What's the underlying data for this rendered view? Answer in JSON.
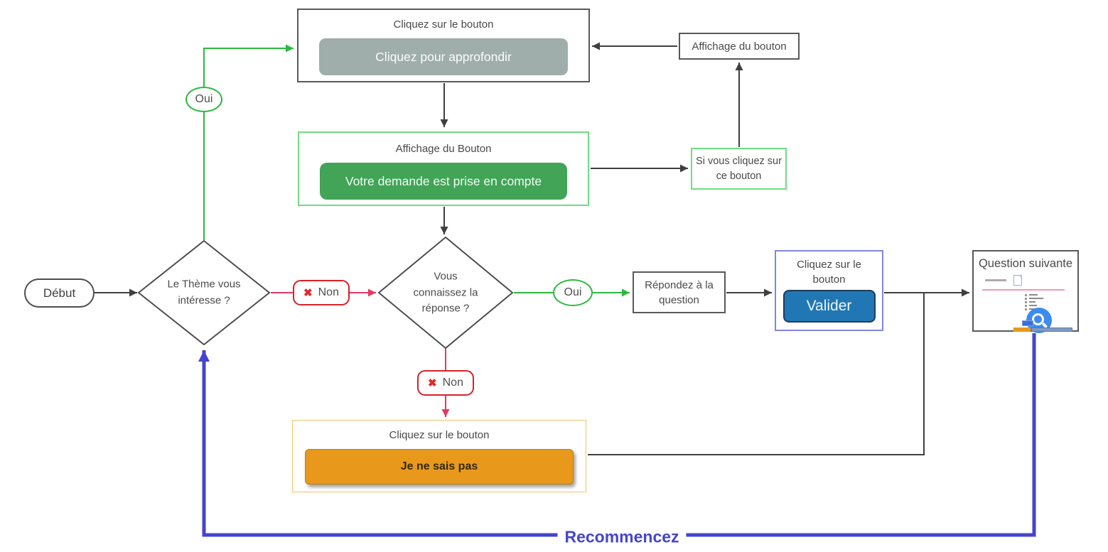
{
  "colors": {
    "connector_black": "#3f3f3f",
    "connector_green": "#2db83d",
    "connector_pink": "#e23a64",
    "connector_blue": "#4444cc",
    "box_border_gray": "#595959",
    "box_border_green": "#70dc82",
    "box_border_blue": "#8286de",
    "box_border_orange": "#f3c468",
    "badge_border_red": "#d6222a",
    "button_gray": "#9fadab",
    "button_green": "#41a457",
    "button_blue": "#2177b3",
    "button_orange": "#e8991c"
  },
  "icons": {
    "x_mark": "✖"
  },
  "nodes": {
    "start": {
      "label": "Début"
    },
    "decision_theme": {
      "label": "Le Thème vous intéresse ?"
    },
    "decision_reponse": {
      "label": "Vous connaissez la réponse ?"
    },
    "oui_top": {
      "label": "Oui"
    },
    "oui_right": {
      "label": "Oui"
    },
    "non_right": {
      "label": "Non"
    },
    "non_down": {
      "label": "Non"
    },
    "approfondir_box": {
      "title": "Cliquez sur le bouton",
      "button_label": "Cliquez pour approfondir"
    },
    "affichage_small_box": {
      "label": "Affichage du bouton"
    },
    "demande_box": {
      "title": "Affichage du Bouton",
      "button_label": "Votre demande est prise en compte"
    },
    "si_cliquez_box": {
      "label": "Si vous cliquez sur ce bouton"
    },
    "repondez_box": {
      "label": "Répondez à la question"
    },
    "valider_box": {
      "title": "Cliquez sur le bouton",
      "button_label": "Valider"
    },
    "question_box": {
      "title": "Question suivante"
    },
    "sais_pas_box": {
      "title": "Cliquez sur le bouton",
      "button_label": "Je ne sais pas"
    },
    "loop_label": "Recommencez"
  }
}
